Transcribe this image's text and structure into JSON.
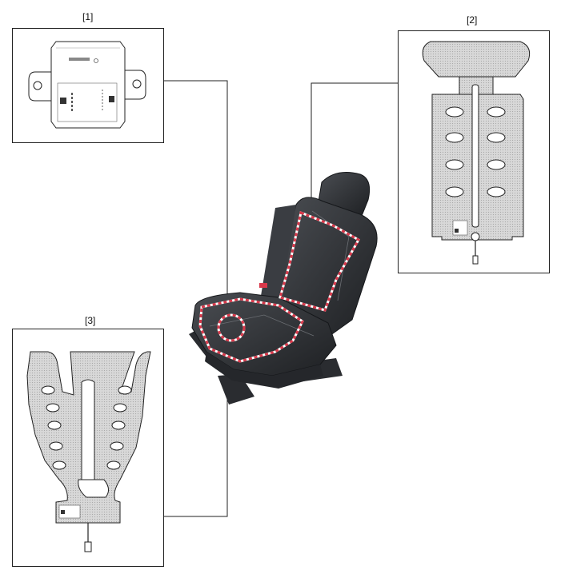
{
  "callouts": {
    "c1": "[1]",
    "c2": "[2]",
    "c3": "[3]"
  },
  "colors": {
    "outline": "#222222",
    "pad_fill": "#d4d4d4",
    "seat_dark": "#2e3034",
    "seat_mid": "#44474c",
    "highlight": "#d8384a"
  },
  "icons": {
    "module": "heater-control-module-icon",
    "back_pad": "backrest-heater-pad-icon",
    "cushion_pad": "cushion-heater-pad-icon",
    "seat": "seat-assembly-icon"
  }
}
